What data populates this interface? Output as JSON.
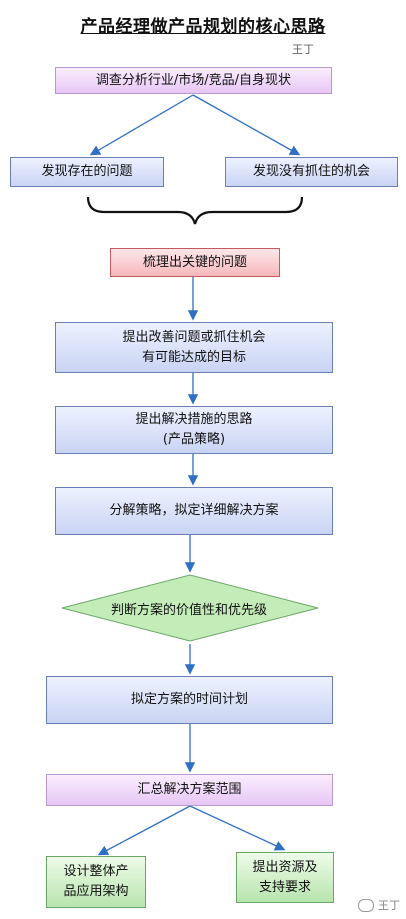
{
  "title": "产品经理做产品规划的核心思路",
  "author": "王丁",
  "nodes": {
    "survey": "调查分析行业/市场/竞品/自身现状",
    "problems": "发现存在的问题",
    "opportunities": "发现没有抓住的机会",
    "key_issues": "梳理出关键的问题",
    "goal_line1": "提出改善问题或抓住机会",
    "goal_line2": "有可能达成的目标",
    "strategy_line1": "提出解决措施的思路",
    "strategy_line2": "(产品策略)",
    "decompose": "分解策略，拟定详细解决方案",
    "judge": "判断方案的价值性和优先级",
    "schedule": "拟定方案的时间计划",
    "summary": "汇总解决方案范围",
    "design_line1": "设计整体产",
    "design_line2": "品应用架构",
    "resources_line1": "提出资源及",
    "resources_line2": "支持要求"
  },
  "watermark": "王丁",
  "colors": {
    "arrow": "#2f6fc4",
    "blue_box": "#c9d4f4",
    "purple_box": "#e7c6f4",
    "red_box": "#f6b8bc",
    "green_box": "#b8e4ae"
  }
}
